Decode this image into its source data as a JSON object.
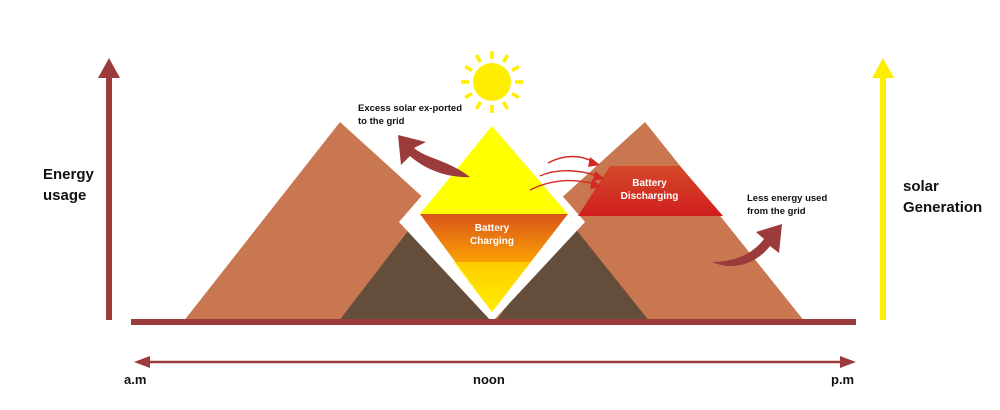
{
  "labels": {
    "energy_usage": [
      "Energy",
      "usage"
    ],
    "solar_generation": [
      "solar",
      "Generation"
    ],
    "time_start": "a.m",
    "time_mid": "noon",
    "time_end": "p.m",
    "excess_solar": [
      "Excess solar ex-ported",
      "to the grid"
    ],
    "battery_charging": [
      "Battery",
      "Charging"
    ],
    "battery_discharging": [
      "Battery",
      "Discharging"
    ],
    "less_energy": [
      "Less energy used",
      "from the grid"
    ]
  },
  "colors": {
    "energy_axis": "#9b3b3b",
    "solar_axis": "#ffee00",
    "consumption": "#c97750",
    "grid_overlap": "#654d3c",
    "solar": "#ffff00",
    "battery_charge_top": "#d9541b",
    "battery_charge_bottom": "#ffee00",
    "battery_discharge": "#d22a22",
    "arrow": "#9b3b3b",
    "sun": "#ffee00"
  },
  "icons": {
    "sun": "sun-icon",
    "export_arrow": "curved-arrow-icon",
    "flow_arrows": "flow-arrow-icon"
  }
}
